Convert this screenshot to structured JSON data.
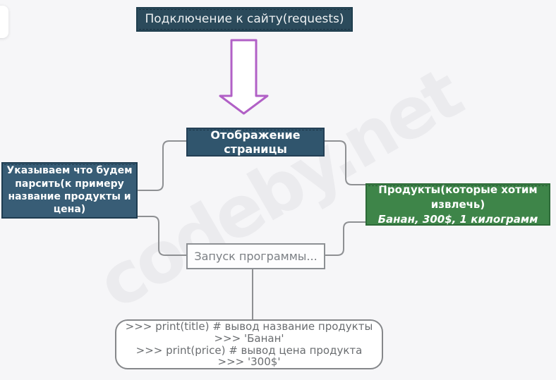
{
  "page": {
    "background_color": "#f6f6f8",
    "watermark_text": "codeby.net",
    "watermark_color": "#ebebee"
  },
  "colors": {
    "node_dark_teal": "#2b4a5b",
    "node_dark_blue": "#30556d",
    "node_slate_blue": "#385d76",
    "node_green": "#3e8549",
    "node_white": "#ffffff",
    "arrow_purple": "#b160c6",
    "connector_gray": "#8e9093"
  },
  "nodes": {
    "connect_site": {
      "label": "Подключение к сайту(requests)"
    },
    "display_page": {
      "label": "Отображение страницы"
    },
    "specify_parse": {
      "lines": [
        "Указываем что будем",
        "парсить(к примеру",
        "название продукты и",
        "цена)"
      ]
    },
    "products": {
      "title": "Продукты(которые хотим извлечь)",
      "subtitle": "Банан, 300$, 1 килограмм"
    },
    "run_program": {
      "label": "Запуск программы..."
    },
    "console_output": {
      "lines": [
        ">>> print(title) # вывод название продукты",
        ">>> 'Банан'",
        ">>> print(price) # вывод цена продукта",
        ">>> '300$'"
      ]
    }
  },
  "icons": {
    "down_arrow": "down-block-arrow"
  }
}
